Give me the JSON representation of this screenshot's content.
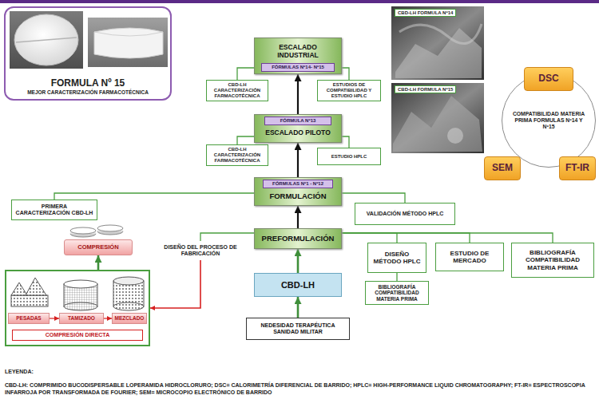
{
  "diagram": {
    "nodes": [
      {
        "text": [
          "FORMULA Nº 15",
          "MEJOR CARACTERIZACIÓN FARMACOTÉCNICA"
        ]
      },
      {
        "text": [
          "ESCALADO INDUSTRIAL"
        ]
      },
      {
        "text": [
          "FÓRMULAS Nº14- Nº15"
        ],
        "in": 1
      },
      {
        "text": [
          "CBD-LH CARACTERIZACIÓN FARMACOTÉCNICA"
        ]
      },
      {
        "text": [
          "ESTUDIOS DE COMPATIBILIDAD Y ESTUDIO HPLC"
        ]
      },
      {
        "text": [
          "ESCALADO PILOTO"
        ]
      },
      {
        "text": [
          "FÓRMULA Nº13"
        ],
        "in": 5
      },
      {
        "text": [
          "CBD-LH CARACTERIZACIÓN FARMACOTÉCNICA"
        ]
      },
      {
        "text": [
          "ESTUDIO HPLC"
        ]
      },
      {
        "text": [
          "FORMULACIÓN"
        ]
      },
      {
        "text": [
          "FÓRMULAS Nº1 - Nº12"
        ],
        "in": 9
      },
      {
        "text": [
          "PRIMERA CARACTERIZACIÓN CBD-LH"
        ]
      },
      {
        "text": [
          "VALIDACIÓN MÉTODO HPLC"
        ]
      },
      {
        "text": [
          "COMPRESIÓN"
        ]
      },
      {
        "text": [
          "PREFORMULACIÓN"
        ]
      },
      {
        "text": [
          "DISEÑO DEL PROCESO DE FABRICACIÓN"
        ]
      },
      {
        "text": [
          "DISEÑO MÉTODO HPLC"
        ]
      },
      {
        "text": [
          "ESTUDIO DE MERCADO"
        ]
      },
      {
        "text": [
          "BIBLIOGRAFÍA COMPATIBILIDAD MATERIA PRIMA"
        ]
      },
      {
        "text": [
          "BIBLIOGRAFÍA COMPATIBILIDAD MATERIA PRIMA"
        ]
      },
      {
        "text": [
          "CBD-LH"
        ]
      },
      {
        "text": [
          "COMPRESIÓN DIRECTA"
        ]
      },
      {
        "text": [
          "PESADAS"
        ],
        "in": 21
      },
      {
        "text": [
          "TAMIZADO"
        ],
        "in": 21
      },
      {
        "text": [
          "MEZCLADO"
        ],
        "in": 21
      },
      {
        "text": [
          "NEDESIDAD TERAPÉUTICA SANIDAD MILITAR"
        ]
      },
      {
        "text": [
          "COMPATIBILIDAD MATERIA PRIMA FORMULAS Nº14 Y Nº15"
        ]
      },
      {
        "text": [
          "DSC"
        ]
      },
      {
        "text": [
          "SEM"
        ]
      },
      {
        "text": [
          "FT-IR"
        ]
      }
    ],
    "edges": [
      {
        "from": 5,
        "to": 1,
        "arrow": "to"
      },
      {
        "from": 1,
        "to": 3,
        "arrow": "none"
      },
      {
        "from": 1,
        "to": 4,
        "arrow": "none"
      },
      {
        "from": 9,
        "to": 5,
        "arrow": "to"
      },
      {
        "from": 5,
        "to": 7,
        "arrow": "none"
      },
      {
        "from": 5,
        "to": 8,
        "arrow": "none"
      },
      {
        "from": 14,
        "to": 9,
        "arrow": "to"
      },
      {
        "from": 9,
        "to": 11,
        "arrow": "none"
      },
      {
        "from": 9,
        "to": 12,
        "arrow": "none"
      },
      {
        "from": 20,
        "to": 14,
        "arrow": "to"
      },
      {
        "from": 14,
        "to": 15,
        "arrow": "none"
      },
      {
        "from": 14,
        "to": 16,
        "arrow": "none"
      },
      {
        "from": 14,
        "to": 17,
        "arrow": "none"
      },
      {
        "from": 14,
        "to": 18,
        "arrow": "none"
      },
      {
        "from": 16,
        "to": 19,
        "arrow": "none"
      },
      {
        "from": 25,
        "to": 20,
        "arrow": "to"
      },
      {
        "from": 15,
        "to": 21,
        "arrow": "to"
      },
      {
        "from": 21,
        "to": 13,
        "arrow": "to"
      },
      {
        "from": 22,
        "to": 23,
        "arrow": "to"
      },
      {
        "from": 23,
        "to": 24,
        "arrow": "to"
      }
    ],
    "labels": [
      "CBD-LH FORMULA Nº14",
      "CBD-LH FORMULA Nº15",
      "LEYENDA:",
      "CBD-LH: COMPRIMIDO BUCODISPERSABLE LOPERAMIDA HIDROCLORURO; DSC= CALORIMETRÍA DIFERENCIAL DE BARRIDO; HPLC= HIGH-PERFORMANCE LIQUID CHROMATOGRAPHY; FT-IR= ESPECTROSCOPIA INFARROJA POR TRANSFORMADA DE FOURIER; SEM= MICROCOPIO ELECTRÓNICO DE BARRIDO"
    ]
  }
}
